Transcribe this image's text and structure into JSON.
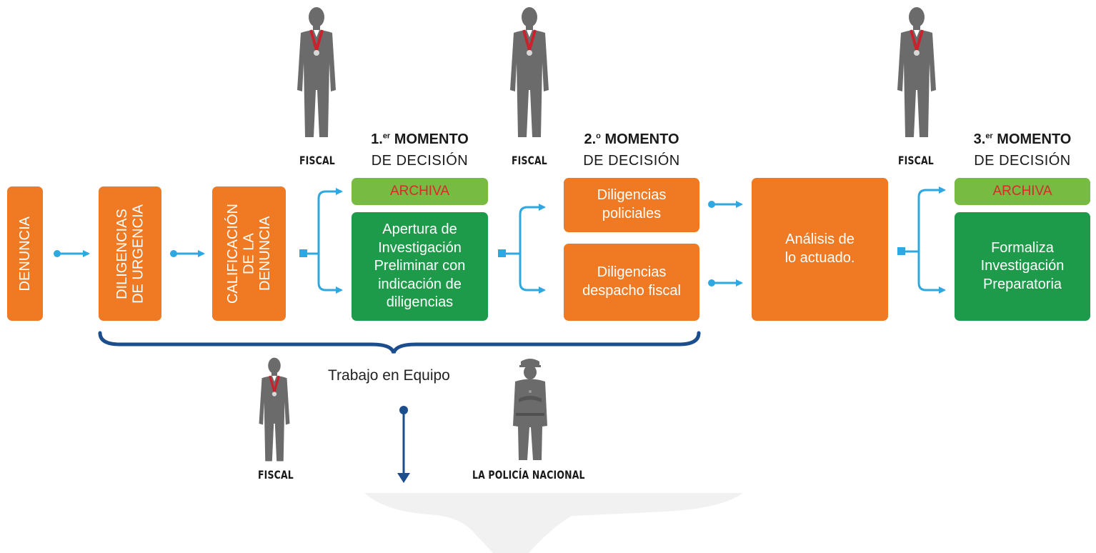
{
  "boxes": {
    "denuncia": "DENUNCIA",
    "urgencia_line1": "DILIGENCIAS",
    "urgencia_line2": "DE URGENCIA",
    "calif_line1": "CALIFICACIÓN",
    "calif_line2": "DE LA",
    "calif_line3": "DENUNCIA",
    "archiva1": "ARCHIVA",
    "apertura_lines": [
      "Apertura de",
      "Investigación",
      "Preliminar con",
      "indicación de",
      "diligencias"
    ],
    "policiales_lines": [
      "Diligencias",
      "policiales"
    ],
    "despacho_lines": [
      "Diligencias",
      "despacho fiscal"
    ],
    "analisis_lines": [
      "Análisis de",
      "lo actuado."
    ],
    "archiva3": "ARCHIVA",
    "formaliza_lines": [
      "Formaliza",
      "Investigación",
      "Preparatoria"
    ]
  },
  "moments": [
    {
      "num": "1.",
      "sup": "er",
      "title": "MOMENTO",
      "subtitle": "DE DECISIÓN"
    },
    {
      "num": "2.",
      "sup": "o",
      "title": "MOMENTO",
      "subtitle": "DE DECISIÓN"
    },
    {
      "num": "3.",
      "sup": "er",
      "title": "MOMENTO",
      "subtitle": "DE DECISIÓN"
    }
  ],
  "figure_labels": {
    "fiscal1": "FISCAL",
    "fiscal2": "FISCAL",
    "fiscal3": "FISCAL",
    "fiscal_bottom": "FISCAL",
    "policia": "LA POLICÍA NACIONAL"
  },
  "team_label": "Trabajo en Equipo",
  "colors": {
    "orange": "#f07a23",
    "green": "#1e9a4b",
    "light_green": "#78bb42",
    "archiva_text": "#d42b2b",
    "arrow_blue": "#2ea8e0",
    "brace_navy": "#1c4d8c",
    "figure_gray": "#6b6b6b",
    "tie_red": "#c8232c"
  },
  "icons": [
    "person-fiscal-icon",
    "police-officer-icon",
    "arrow-right-icon",
    "arrow-down-icon",
    "curly-brace-icon"
  ]
}
